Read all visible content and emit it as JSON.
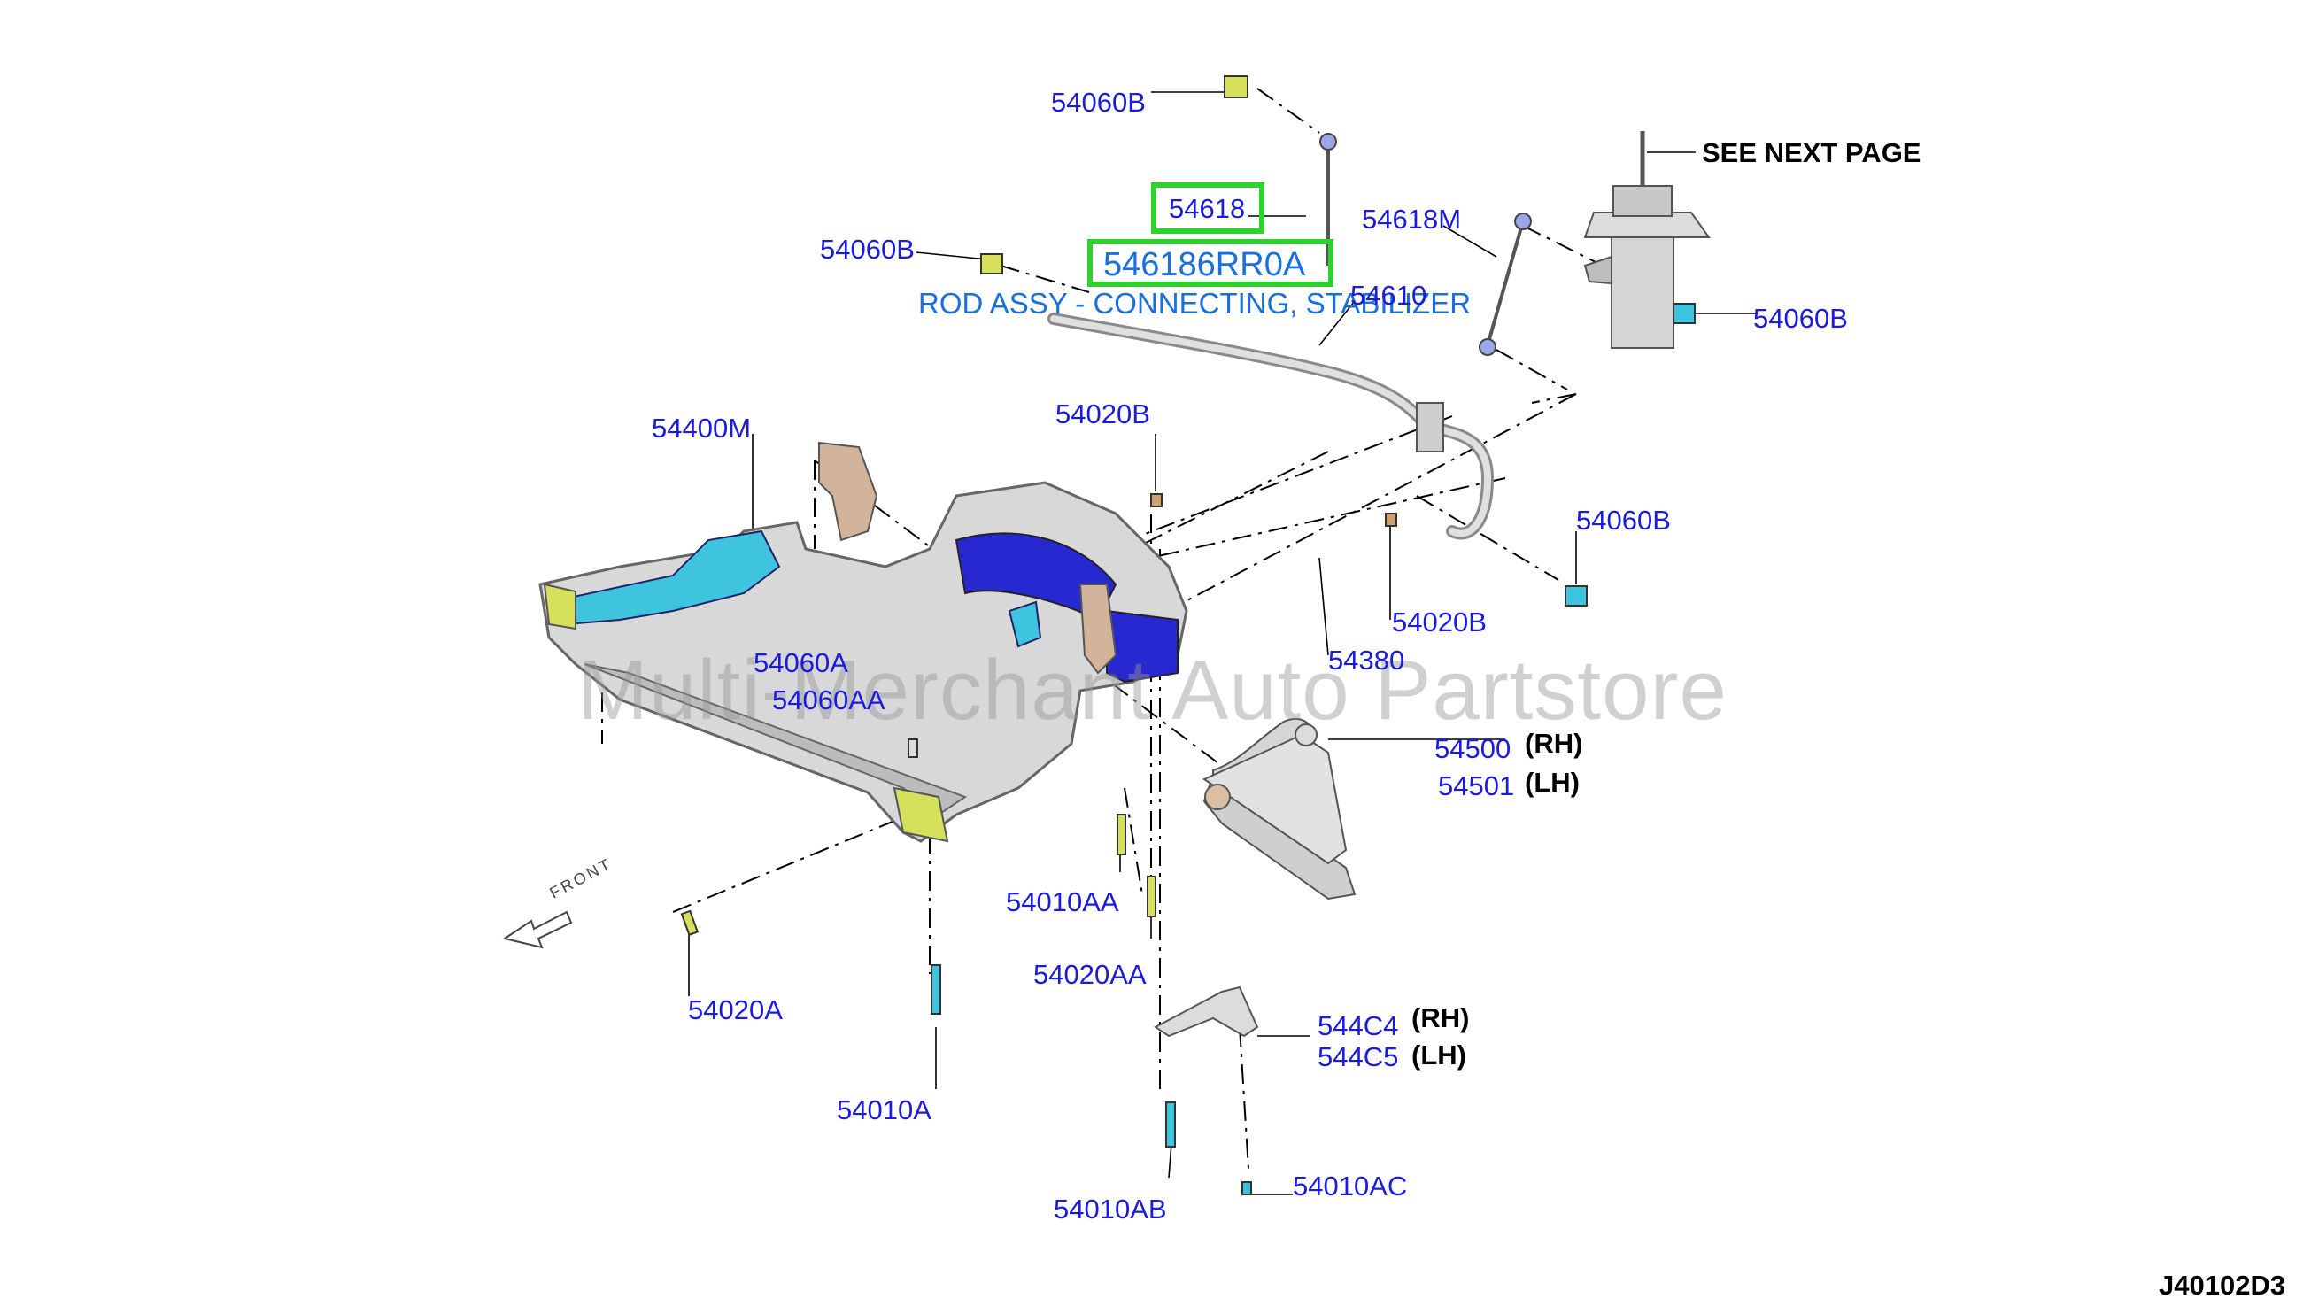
{
  "header": {
    "see_next_page": "SEE NEXT PAGE"
  },
  "highlight": {
    "part": "54618",
    "part_number": "546186RR0A",
    "description": "ROD ASSY - CONNECTING, STABILIZER"
  },
  "labels": {
    "l_54060B_top": "54060B",
    "l_54060B_left": "54060B",
    "l_54060B_strut": "54060B",
    "l_54060B_right": "54060B",
    "l_54618M": "54618M",
    "l_54610": "54610",
    "l_54400M": "54400M",
    "l_54020B_top": "54020B",
    "l_54020B_right": "54020B",
    "l_54380": "54380",
    "l_54060A": "54060A",
    "l_54060AA": "54060AA",
    "l_54500": "54500",
    "l_54501": "54501",
    "l_54010AA": "54010AA",
    "l_54020AA": "54020AA",
    "l_54020A": "54020A",
    "l_54010A": "54010A",
    "l_544C4": "544C4",
    "l_544C5": "544C5",
    "l_54010AB": "54010AB",
    "l_54010AC": "54010AC"
  },
  "sides": {
    "rh1": "(RH)",
    "lh1": "(LH)",
    "rh2": "(RH)",
    "lh2": "(LH)"
  },
  "front_arrow": "FRONT",
  "watermark": "Multi-Merchant Auto Partstore",
  "diagram_code": "J40102D3",
  "colors": {
    "label_blue": "#1a1ae0",
    "highlight_green": "#2ed12e",
    "link_blue": "#1a6fe0",
    "accent_cyan": "#3fc4e0",
    "accent_navy": "#2828d0",
    "accent_yellow": "#d6e05a"
  }
}
